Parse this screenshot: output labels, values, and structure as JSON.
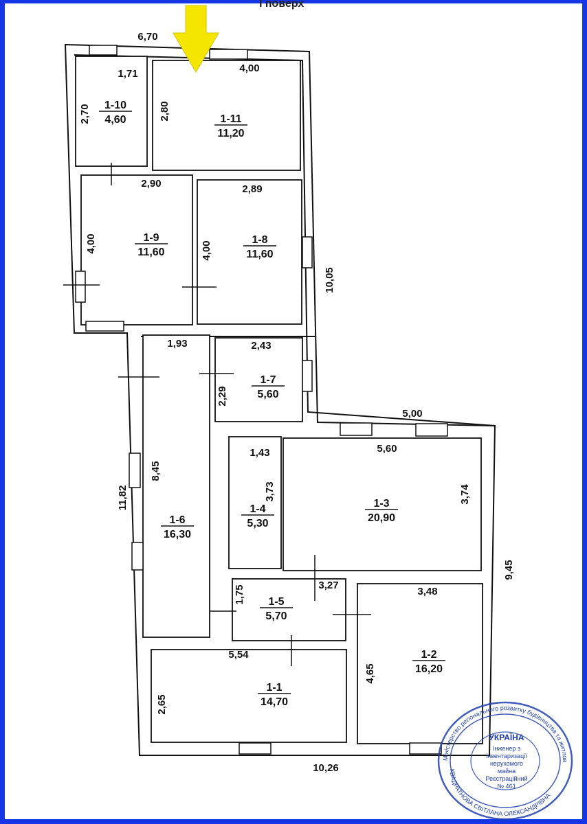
{
  "header": {
    "floor_label": "І поверх"
  },
  "plan": {
    "overall_dims": {
      "top_width": "6,70",
      "right_upper": "10,05",
      "step_width": "5,00",
      "left_side": "11,82",
      "right_lower": "9,45",
      "bottom_width": "10,26"
    },
    "rooms": [
      {
        "id": "1-10",
        "area": "4,60",
        "width": "1,71",
        "height": "2,70"
      },
      {
        "id": "1-11",
        "area": "11,20",
        "width": "4,00",
        "height": "2,80"
      },
      {
        "id": "1-9",
        "area": "11,60",
        "width": "2,90",
        "height": "4,00"
      },
      {
        "id": "1-8",
        "area": "11,60",
        "width": "2,89",
        "height": "4,00"
      },
      {
        "id": "1-7",
        "area": "5,60",
        "width": "2,43",
        "height": "2,29"
      },
      {
        "id": "1-6",
        "area": "16,30",
        "width": "1,93",
        "height": "8,45"
      },
      {
        "id": "1-4",
        "area": "5,30",
        "width": "1,43",
        "height": "3,73"
      },
      {
        "id": "1-3",
        "area": "20,90",
        "width": "5,60",
        "height": "3,74"
      },
      {
        "id": "1-5",
        "area": "5,70",
        "width": "3,27",
        "height": "1,75"
      },
      {
        "id": "1-2",
        "area": "16,20",
        "width": "3,48",
        "height": "4,65"
      },
      {
        "id": "1-1",
        "area": "14,70",
        "width": "5,54",
        "height": "2,65"
      }
    ]
  },
  "seal": {
    "center_line1": "УКРАЇНА",
    "center_line2": "Інженер з",
    "center_line3": "інвентаризації",
    "center_line4": "нерухомого",
    "center_line5": "майна",
    "center_line6": "Реєстраційний",
    "center_line7": "№ 461",
    "ring_text": "Міністерство регіонального розвитку будівництва та житлово-комунального господарства України",
    "name_text": "КВАДРАТНОВА СВІТЛАНА ОЛЕКСАНДРІВНА",
    "color": "#1f3fb0"
  },
  "colors": {
    "frame": "#1535e6",
    "arrow": "#f5e600"
  }
}
